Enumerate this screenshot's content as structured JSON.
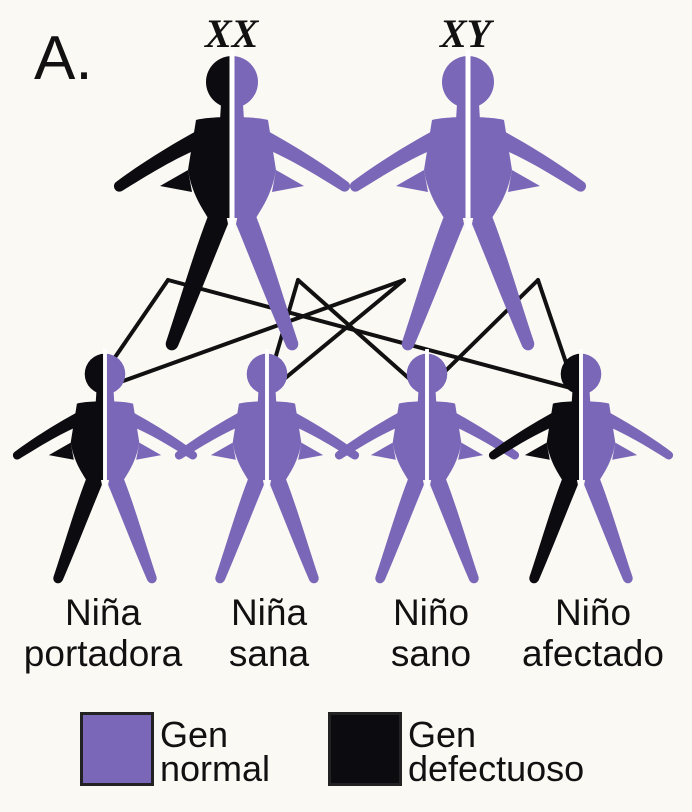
{
  "panel_label": "A.",
  "parents": {
    "mother": {
      "chromosomes": "XX"
    },
    "father": {
      "chromosomes": "XY"
    }
  },
  "children": [
    {
      "line1": "Niña",
      "line2": "portadora"
    },
    {
      "line1": "Niña",
      "line2": "sana"
    },
    {
      "line1": "Niño",
      "line2": "sano"
    },
    {
      "line1": "Niño",
      "line2": "afectado"
    }
  ],
  "legend": {
    "normal": {
      "line1": "Gen",
      "line2": "normal"
    },
    "defective": {
      "line1": "Gen",
      "line2": "defectuoso"
    }
  },
  "colors": {
    "normal_gene": "#7b67b8",
    "defective_gene": "#0c0b10",
    "lines": "#111111"
  }
}
